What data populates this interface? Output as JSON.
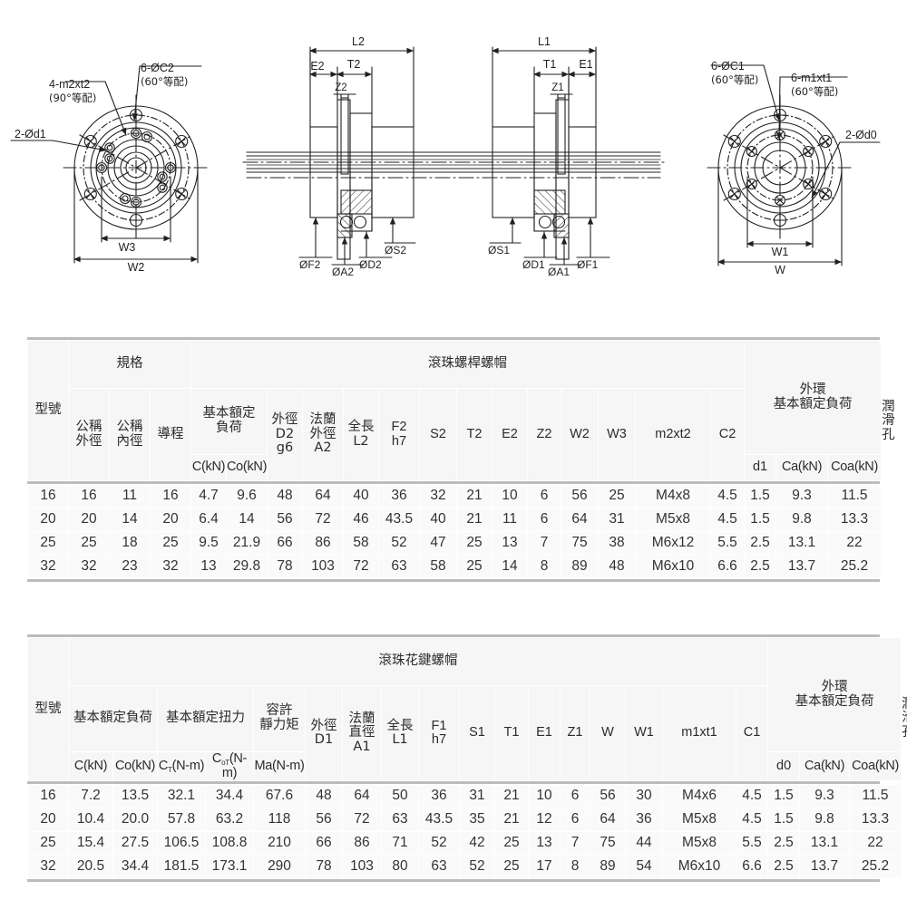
{
  "drawing": {
    "left_view": {
      "labels": [
        {
          "id": "4-m2xt2",
          "text": "4-m2xt2"
        },
        {
          "id": "90deg",
          "text": "(90°等配)"
        },
        {
          "id": "6-C2",
          "text": "6-ØC2"
        },
        {
          "id": "60deg",
          "text": "(60°等配)"
        },
        {
          "id": "2-d1",
          "text": "2-Ød1"
        },
        {
          "id": "W3",
          "text": "W3"
        },
        {
          "id": "W2",
          "text": "W2"
        }
      ]
    },
    "section_view": {
      "labels": [
        {
          "id": "L2",
          "text": "L2"
        },
        {
          "id": "E2",
          "text": "E2"
        },
        {
          "id": "T2",
          "text": "T2"
        },
        {
          "id": "Z2",
          "text": "Z2"
        },
        {
          "id": "L1",
          "text": "L1"
        },
        {
          "id": "T1",
          "text": "T1"
        },
        {
          "id": "E1",
          "text": "E1"
        },
        {
          "id": "Z1",
          "text": "Z1"
        },
        {
          "id": "F2",
          "text": "ØF2"
        },
        {
          "id": "A2",
          "text": "ØA2"
        },
        {
          "id": "D2",
          "text": "ØD2"
        },
        {
          "id": "S2",
          "text": "ØS2"
        },
        {
          "id": "S1",
          "text": "ØS1"
        },
        {
          "id": "D1",
          "text": "ØD1"
        },
        {
          "id": "A1",
          "text": "ØA1"
        },
        {
          "id": "F1",
          "text": "ØF1"
        }
      ]
    },
    "right_view": {
      "labels": [
        {
          "id": "6-C1",
          "text": "6-ØC1"
        },
        {
          "id": "60deg-a",
          "text": "(60°等配)"
        },
        {
          "id": "6-m1xt1",
          "text": "6-m1xt1"
        },
        {
          "id": "60deg-b",
          "text": "(60°等配)"
        },
        {
          "id": "2-d0",
          "text": "2-Ød0"
        },
        {
          "id": "W1",
          "text": "W1"
        },
        {
          "id": "W",
          "text": "W"
        }
      ]
    }
  },
  "table1": {
    "group_headers": {
      "model": "型號",
      "spec": "規格",
      "ballscrew_nut": "滾珠螺桿螺帽",
      "outer_ring": "外環",
      "outer_ring_sub": "基本額定負荷"
    },
    "headers": {
      "nominal_od": "公稱外徑",
      "nominal_id": "公稱內徑",
      "lead": "導程",
      "basic_rating": "基本額定負荷",
      "c_kn": "C(kN)",
      "co_kn": "Co(kN)",
      "od_d2": "外徑D2g6",
      "flange_od_a2": "法蘭外徑A2",
      "length_l2": "全長L2",
      "f2_h7": "F2h7",
      "s2": "S2",
      "t2": "T2",
      "e2": "E2",
      "z2": "Z2",
      "w2": "W2",
      "w3": "W3",
      "m2xt2": "m2xt2",
      "c2": "C2",
      "lube_hole": "潤滑孔",
      "d1": "d1",
      "ca_kn": "Ca(kN)",
      "coa_kn": "Coa(kN)"
    },
    "rows": [
      {
        "model": "16",
        "nominal_od": "16",
        "nominal_id": "11",
        "lead": "16",
        "c": "4.7",
        "co": "9.6",
        "d2": "48",
        "a2": "64",
        "l2": "40",
        "f2": "36",
        "s2": "32",
        "t2": "21",
        "e2": "10",
        "z2": "6",
        "w2": "56",
        "w3": "25",
        "m2xt2": "M4x8",
        "c2": "4.5",
        "d1": "1.5",
        "ca": "9.3",
        "coa": "11.5"
      },
      {
        "model": "20",
        "nominal_od": "20",
        "nominal_id": "14",
        "lead": "20",
        "c": "6.4",
        "co": "14",
        "d2": "56",
        "a2": "72",
        "l2": "46",
        "f2": "43.5",
        "s2": "40",
        "t2": "21",
        "e2": "11",
        "z2": "6",
        "w2": "64",
        "w3": "31",
        "m2xt2": "M5x8",
        "c2": "4.5",
        "d1": "1.5",
        "ca": "9.8",
        "coa": "13.3"
      },
      {
        "model": "25",
        "nominal_od": "25",
        "nominal_id": "18",
        "lead": "25",
        "c": "9.5",
        "co": "21.9",
        "d2": "66",
        "a2": "86",
        "l2": "58",
        "f2": "52",
        "s2": "47",
        "t2": "25",
        "e2": "13",
        "z2": "7",
        "w2": "75",
        "w3": "38",
        "m2xt2": "M6x12",
        "c2": "5.5",
        "d1": "2.5",
        "ca": "13.1",
        "coa": "22"
      },
      {
        "model": "32",
        "nominal_od": "32",
        "nominal_id": "23",
        "lead": "32",
        "c": "13",
        "co": "29.8",
        "d2": "78",
        "a2": "103",
        "l2": "72",
        "f2": "63",
        "s2": "58",
        "t2": "25",
        "e2": "14",
        "z2": "8",
        "w2": "89",
        "w3": "48",
        "m2xt2": "M6x10",
        "c2": "6.6",
        "d1": "2.5",
        "ca": "13.7",
        "coa": "25.2"
      }
    ]
  },
  "table2": {
    "group_headers": {
      "model": "型號",
      "spline_nut": "滾珠花鍵螺帽",
      "outer_ring": "外環",
      "outer_ring_sub": "基本額定負荷"
    },
    "headers": {
      "basic_rating_load": "基本額定負荷",
      "basic_rating_torque": "基本額定扭力",
      "static_moment": "容許靜力矩",
      "c_kn": "C(kN)",
      "co_kn": "Co(kN)",
      "ct_nm": "C",
      "ct_sub": "T",
      "ct_unit": "(N-m)",
      "cot_nm": "C",
      "cot_sub": "oT",
      "cot_unit": "(N-m)",
      "ma_nm": "Ma(N-m)",
      "od_d1": "外徑D1",
      "flange_dia_a1": "法蘭直徑A1",
      "length_l1": "全長L1",
      "f1_h7": "F1h7",
      "s1": "S1",
      "t1": "T1",
      "e1": "E1",
      "z1": "Z1",
      "w": "W",
      "w1": "W1",
      "m1xt1": "m1xt1",
      "c1": "C1",
      "lube_hole": "潤滑孔",
      "d0": "d0",
      "ca_kn": "Ca(kN)",
      "coa_kn": "Coa(kN)"
    },
    "rows": [
      {
        "model": "16",
        "c": "7.2",
        "co": "13.5",
        "ct": "32.1",
        "cot": "34.4",
        "ma": "67.6",
        "d1": "48",
        "a1": "64",
        "l1": "50",
        "f1": "36",
        "s1": "31",
        "t1": "21",
        "e1": "10",
        "z1": "6",
        "w": "56",
        "w1": "30",
        "m1xt1": "M4x6",
        "c1": "4.5",
        "d0": "1.5",
        "ca": "9.3",
        "coa": "11.5"
      },
      {
        "model": "20",
        "c": "10.4",
        "co": "20.0",
        "ct": "57.8",
        "cot": "63.2",
        "ma": "118",
        "d1": "56",
        "a1": "72",
        "l1": "63",
        "f1": "43.5",
        "s1": "35",
        "t1": "21",
        "e1": "12",
        "z1": "6",
        "w": "64",
        "w1": "36",
        "m1xt1": "M5x8",
        "c1": "4.5",
        "d0": "1.5",
        "ca": "9.8",
        "coa": "13.3"
      },
      {
        "model": "25",
        "c": "15.4",
        "co": "27.5",
        "ct": "106.5",
        "cot": "108.8",
        "ma": "210",
        "d1": "66",
        "a1": "86",
        "l1": "71",
        "f1": "52",
        "s1": "42",
        "t1": "25",
        "e1": "13",
        "z1": "7",
        "w": "75",
        "w1": "44",
        "m1xt1": "M5x8",
        "c1": "5.5",
        "d0": "2.5",
        "ca": "13.1",
        "coa": "22"
      },
      {
        "model": "32",
        "c": "20.5",
        "co": "34.4",
        "ct": "181.5",
        "cot": "173.1",
        "ma": "290",
        "d1": "78",
        "a1": "103",
        "l1": "80",
        "f1": "63",
        "s1": "52",
        "t1": "25",
        "e1": "17",
        "z1": "8",
        "w": "89",
        "w1": "54",
        "m1xt1": "M6x10",
        "c1": "6.6",
        "d0": "2.5",
        "ca": "13.7",
        "coa": "25.2"
      }
    ]
  },
  "colors": {
    "rule": "#b9bcc0",
    "header_bg": "#f6f6f6",
    "cell_bg": "#fafafa",
    "text": "#2b2b2b",
    "line": "#231f20"
  }
}
